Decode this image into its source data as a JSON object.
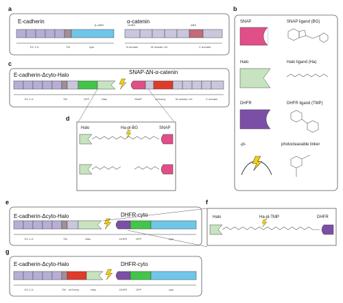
{
  "panels": [
    "a",
    "b",
    "c",
    "d",
    "e",
    "f",
    "g"
  ],
  "panel_a": {
    "ecad_title": "E-cadherin",
    "acat_title": "α-catenin",
    "bbs_label": "β-cbBS",
    "vinbs_label": "VinBS",
    "abs_label": "ABS",
    "ec_label": "EC 1-5",
    "tm_label": "TM",
    "cyto_label": "cyto",
    "n_label": "N domain",
    "m_label": "M domain I-III",
    "c_label": "C domain"
  },
  "panel_b": {
    "snap": "SNAP",
    "snap_ligand": "SNAP ligand (BG)",
    "halo": "Halo",
    "halo_ligand": "Halo ligand (Ha)",
    "dhfr": "DHFR",
    "dhfr_ligand": "DHFR ligand (TMP)",
    "pl": "-pl-",
    "pl_desc": "photocleavable linker"
  },
  "panel_c": {
    "left_title": "E-cadherin-Δcyto-Halo",
    "right_title": "SNAP-ΔN-α-catenin",
    "ec": "EC 1-5",
    "tm": "TM",
    "gfp": "GFP",
    "halo": "Halo",
    "snap": "SNAP",
    "mcherry": "mCherry",
    "m": "M domain I-III",
    "c": "C domain"
  },
  "panel_d": {
    "halo": "Halo",
    "mid": "Ha-pl-BG",
    "snap": "SNAP"
  },
  "panel_e": {
    "left_title": "E-cadherin-Δcyto-Halo",
    "right_title": "DHFR-cyto",
    "ec": "EC 1-5",
    "tm": "TM",
    "halo": "Halo",
    "dhfr": "DHFR",
    "gfp": "GFP",
    "cyto": "cyto"
  },
  "panel_f": {
    "halo": "Halo",
    "mid": "Ha-pl-TMP",
    "dhfr": "DHFR"
  },
  "panel_g": {
    "left_title": "E-cadherin-Δcyto-Halo",
    "right_title": "DHFR-cyto",
    "ec": "EC 1-5",
    "tm": "TM",
    "mcherry": "mCherry",
    "halo": "Halo",
    "dhfr": "DHFR",
    "gfp": "GFP",
    "cyto": "cyto"
  }
}
